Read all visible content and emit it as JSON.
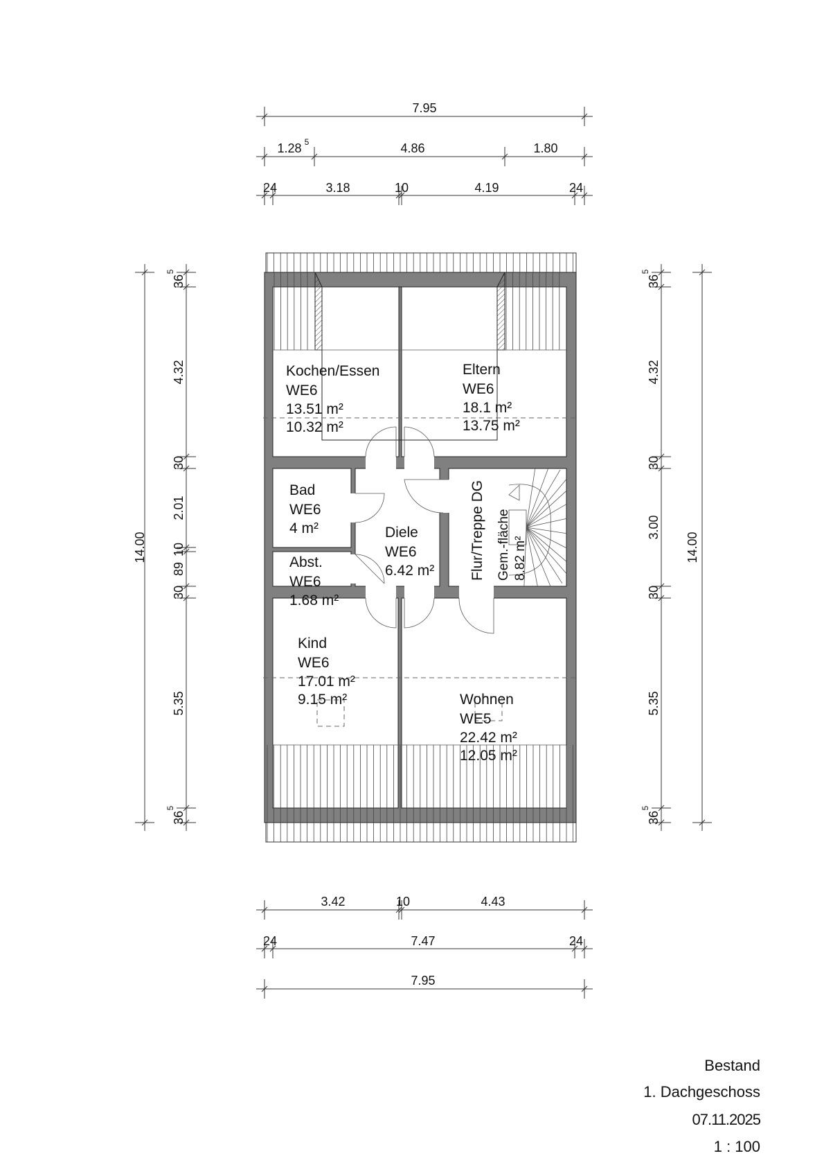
{
  "dimensions": {
    "top": {
      "total": "7.95",
      "row2": [
        "1.28",
        "5",
        "4.86",
        "1.80"
      ],
      "row3": [
        "24",
        "3.18",
        "10",
        "4.19",
        "24"
      ]
    },
    "bottom": {
      "row1": [
        "3.42",
        "10",
        "4.43"
      ],
      "row2": [
        "24",
        "7.47",
        "24"
      ],
      "total": "7.95"
    },
    "left": {
      "total": "14.00",
      "parts": [
        "36",
        "5",
        "4.32",
        "30",
        "2.01",
        "10",
        "89",
        "30",
        "5.35",
        "36",
        "5"
      ]
    },
    "right": {
      "total": "14.00",
      "parts": [
        "36",
        "5",
        "4.32",
        "30",
        "3.00",
        "30",
        "5.35",
        "36",
        "5"
      ]
    }
  },
  "rooms": {
    "kochen": {
      "name": "Kochen/Essen",
      "unit": "WE6",
      "area": "13.51 m²",
      "area2": "10.32 m²"
    },
    "eltern": {
      "name": "Eltern",
      "unit": "WE6",
      "area": "18.1 m²",
      "area2": "13.75 m²"
    },
    "bad": {
      "name": "Bad",
      "unit": "WE6",
      "area": "4 m²"
    },
    "abst": {
      "name": "Abst.",
      "unit": "WE6",
      "area": "1.68 m²"
    },
    "diele": {
      "name": "Diele",
      "unit": "WE6",
      "area": "6.42 m²"
    },
    "flur": {
      "name": "Flur/Treppe DG",
      "unit": "Gem.-fläche",
      "area": "8.82 m²"
    },
    "kind": {
      "name": "Kind",
      "unit": "WE6",
      "area": "17.01 m²",
      "area2": "9.15 m²"
    },
    "wohnen": {
      "name": "Wohnen",
      "unit": "WE5",
      "area": "22.42 m²",
      "area2": "12.05 m²"
    }
  },
  "title_block": {
    "status": "Bestand",
    "floor": "1. Dachgeschoss",
    "date": "07.11.2025",
    "scale": "1 : 100"
  }
}
